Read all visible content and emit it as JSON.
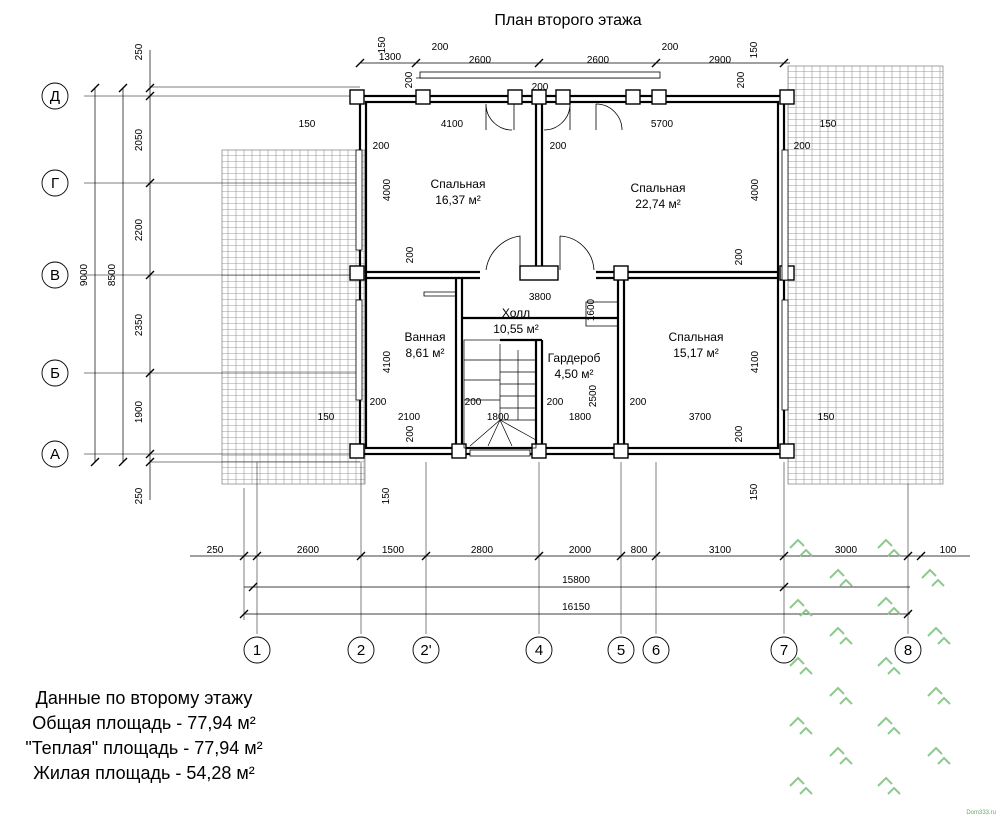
{
  "title": "План второго этажа",
  "rooms": [
    {
      "name": "Спальная",
      "area": "16,37 м²"
    },
    {
      "name": "Спальная",
      "area": "22,74 м²"
    },
    {
      "name": "Холл",
      "area": "10,55 м²"
    },
    {
      "name": "Ванная",
      "area": "8,61 м²"
    },
    {
      "name": "Гардероб",
      "area": "4,50 м²"
    },
    {
      "name": "Спальная",
      "area": "15,17 м²"
    }
  ],
  "axes_letters": [
    "Д",
    "Г",
    "В",
    "Б",
    "А"
  ],
  "axes_numbers": [
    "1",
    "2",
    "2'",
    "4",
    "5",
    "6",
    "7",
    "8"
  ],
  "dims_top": [
    "1300",
    "200",
    "2600",
    "2600",
    "200",
    "2900",
    "150",
    "150"
  ],
  "dims_top_small": [
    "200",
    "200",
    "200"
  ],
  "dims_bottom": [
    "250",
    "2600",
    "1500",
    "2800",
    "2000",
    "800",
    "3100",
    "3000",
    "100"
  ],
  "dim_total_inner": "15800",
  "dim_total_outer": "16150",
  "dims_left": [
    "250",
    "2050",
    "2200",
    "2350",
    "1900",
    "250"
  ],
  "dims_left_totals": [
    "9000",
    "8500"
  ],
  "dims_inner": [
    "4100",
    "5700",
    "150",
    "150",
    "200",
    "200",
    "200",
    "4000",
    "4000",
    "200",
    "200",
    "3800",
    "1600",
    "4100",
    "4100",
    "2500",
    "200",
    "200",
    "200",
    "200",
    "2100",
    "1800",
    "1800",
    "3700",
    "150",
    "150",
    "200",
    "200",
    "150",
    "150"
  ],
  "summary": {
    "heading": "Данные по второму этажу",
    "total": "Общая площадь - 77,94 м²",
    "warm": "\"Теплая\" площадь - 77,94 м²",
    "living": "Жилая площадь - 54,28 м²"
  },
  "watermark": "Dom333.ru"
}
